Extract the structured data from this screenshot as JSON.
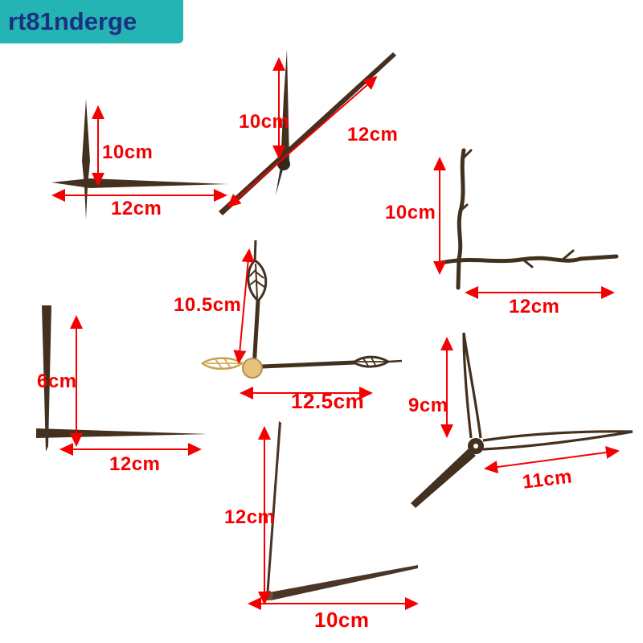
{
  "watermark": {
    "text": "rt81nderge"
  },
  "colors": {
    "annotation_red": "#f40000",
    "wood_dark": "#43301f",
    "brass": "#cfa95c",
    "watermark_bg": "#25b4b4",
    "watermark_text": "#1c2f80",
    "background": "#ffffff"
  },
  "groups": [
    {
      "name": "classic-spade-hands",
      "height_label": "10cm",
      "length_label": "12cm"
    },
    {
      "name": "straight-baton-hands",
      "height_label": "10cm",
      "length_label": "12cm"
    },
    {
      "name": "twig-branch-hands",
      "height_label": "10cm",
      "length_label": "12cm"
    },
    {
      "name": "leaf-hands",
      "height_label": "10.5cm",
      "length_label": "12.5cm"
    },
    {
      "name": "tapered-wedge-hands",
      "height_label": "6cm",
      "length_label": "12cm"
    },
    {
      "name": "openwork-hands",
      "height_label": "9cm",
      "length_label": "11cm"
    },
    {
      "name": "needle-hands",
      "height_label": "12cm",
      "length_label": "10cm"
    }
  ]
}
